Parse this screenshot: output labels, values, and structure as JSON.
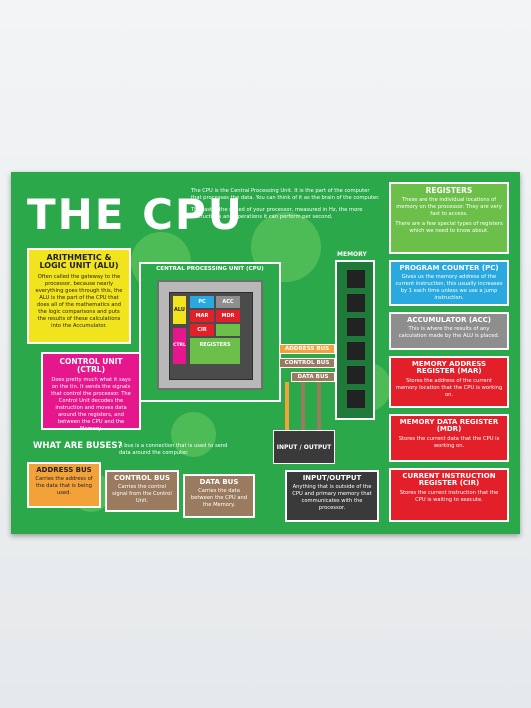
{
  "title": "THE CPU",
  "intro": {
    "p1": "The CPU is the Central Processing Unit. It is the part of the computer that processes the data. You can think of it as the brain of the computer.",
    "p2": "The faster the speed of your processor, measured in Hz, the more instructions and operations it can perform per second."
  },
  "alu": {
    "title": "ARITHMETIC & LOGIC UNIT (ALU)",
    "text": "Often called the gateway to the processor, because nearly everything goes through this, the ALU is the part of the CPU that does all of the mathematics and the logic comparisons and puts the results of these calculations into the Accumulator."
  },
  "ctrl": {
    "title": "CONTROL UNIT (CTRL)",
    "text": "Does pretty much what it says on the tin. It sends the signals that control the processor. The Control Unit decodes the instruction and moves data around the registers, and between the CPU and the Memory."
  },
  "buses": {
    "heading": "WHAT ARE BUSES?",
    "text": "A bus is a connection that is used to send data around the computer.",
    "address": {
      "title": "ADDRESS BUS",
      "text": "Carries the address of the data that is being used."
    },
    "control": {
      "title": "CONTROL BUS",
      "text": "Carries the control signal from the Control Unit."
    },
    "data": {
      "title": "DATA BUS",
      "text": "Carries the data between the CPU and the Memory."
    }
  },
  "diagram": {
    "label": "CENTRAL PROCESSING UNIT (CPU)",
    "memory": "MEMORY",
    "bus_address": "ADDRESS BUS",
    "bus_control": "CONTROL BUS",
    "bus_data": "DATA BUS",
    "io": "INPUT / OUTPUT",
    "chip": {
      "alu": "ALU",
      "ctrl": "CTRL",
      "pc": "PC",
      "acc": "ACC",
      "mar": "MAR",
      "mdr": "MDR",
      "cir": "CIR",
      "registers": "REGISTERS"
    }
  },
  "io_box": {
    "title": "INPUT/OUTPUT",
    "text": "Anything that is outside of the CPU and primary memory that communicates with the processor."
  },
  "registers": {
    "title": "REGISTERS",
    "p1": "These are the individual locations of memory on the processor. They are very fast to access.",
    "p2": "There are a few special types of registers which we need to know about."
  },
  "pc": {
    "title": "PROGRAM COUNTER (PC)",
    "text": "Gives us the memory address of the current instruction, this usually increases by 1 each time unless we use a jump instruction."
  },
  "acc": {
    "title": "ACCUMULATOR (ACC)",
    "text": "This is where the results of any calculation made by the ALU is placed."
  },
  "mar": {
    "title": "MEMORY ADDRESS REGISTER (MAR)",
    "text": "Stores the address of the current memory location that the CPU is working on."
  },
  "mdr": {
    "title": "MEMORY DATA REGISTER (MDR)",
    "text": "Stores the current data that the CPU is working on."
  },
  "cir": {
    "title": "CURRENT INSTRUCTION REGISTER (CIR)",
    "text": "Stores the current instruction that the CPU is waiting to execute."
  },
  "colors": {
    "green": "#2aa84a",
    "yellow": "#f2e41c",
    "magenta": "#e6168c",
    "orange": "#f3a23a",
    "brown": "#9b7b5f",
    "dark": "#3a3a3a",
    "cyan": "#29a9e0",
    "grey": "#8e8e8e",
    "red": "#e3202a",
    "light_green": "#6cc04a"
  }
}
